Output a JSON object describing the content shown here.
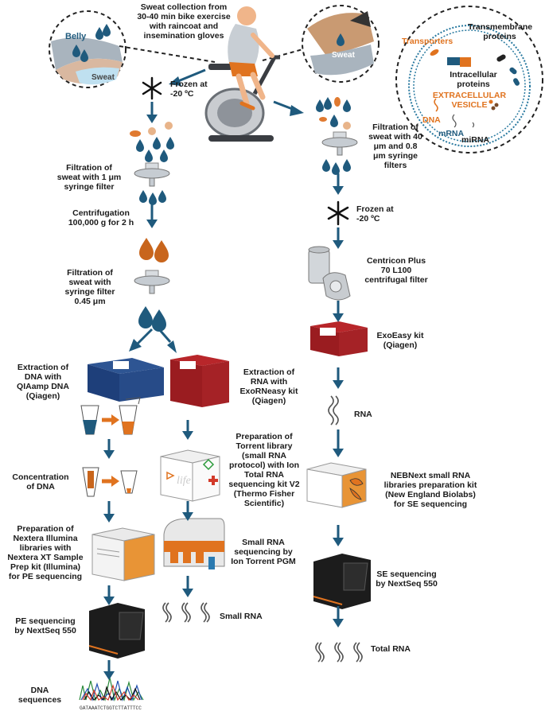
{
  "labels": {
    "sweat_collection": "Sweat collection from\n30-40 min bike exercise\nwith raincoat and\ninsemination gloves",
    "belly": "Belly",
    "sweat_left": "Sweat",
    "sweat_right": "Sweat",
    "transmembrane": "Transmembrane\nproteins",
    "transporters": "Transporters",
    "intracellular": "Intracellular\nproteins",
    "extracellular_vesicle": "EXTRACELLULAR\nVESICLE",
    "dna_small": "DNA",
    "mrna": "mRNA",
    "mirna": "miRNA",
    "frozen_left": "Frozen at\n-20 ºC",
    "filtration_1um": "Filtration of\nsweat with 1 μm\nsyringe filter",
    "centrifugation": "Centrifugation\n100,000 g for 2 h",
    "filtration_045": "Filtration of\nsweat with\nsyringe filter\n0.45 μm",
    "extraction_dna": "Extraction of\nDNA with\nQIAamp DNA\n(Qiagen)",
    "extraction_rna": "Extraction of\nRNA with\nExoRNeasy kit\n(Qiagen)",
    "concentration_dna": "Concentration\nof DNA",
    "prep_nextera": "Preparation of\nNextera Illumina\nlibraries with\nNextera XT Sample\nPrep kit (Illumina)\nfor PE sequencing",
    "pe_sequencing": "PE sequencing\nby NextSeq 550",
    "dna_sequences": "DNA\nsequences",
    "prep_torrent": "Preparation of\nTorrent library\n(small RNA\nprotocol) with Ion\nTotal RNA\nsequencing kit V2\n(Thermo Fisher\nScientific)",
    "small_rna_seq": "Small RNA\nsequencing by\nIon Torrent PGM",
    "small_rna": "Small RNA",
    "filtration_40um": "Filtration of\nsweat with 40\nμm and 0.8\nμm syringe\nfilters",
    "frozen_right": "Frozen at\n-20 ºC",
    "centricon": "Centricon Plus\n70 L100\ncentrifugal filter",
    "exoeasy": "ExoEasy kit\n(Qiagen)",
    "rna": "RNA",
    "nebnext": "NEBNext small RNA\nlibraries preparation kit\n(New England Biolabs)\nfor SE sequencing",
    "se_sequencing": "SE sequencing\nby NextSeq 550",
    "total_rna": "Total RNA"
  },
  "dna_sequence_text": "GATAAATCTGGTCTTATTTCC",
  "colors": {
    "arrow": "#1f5a7d",
    "drop_blue": "#1f5a7d",
    "drop_orange": "#c8651c",
    "accent_orange": "#e0731f",
    "kit_blue": "#1e3f7a",
    "kit_red": "#a01e22"
  }
}
